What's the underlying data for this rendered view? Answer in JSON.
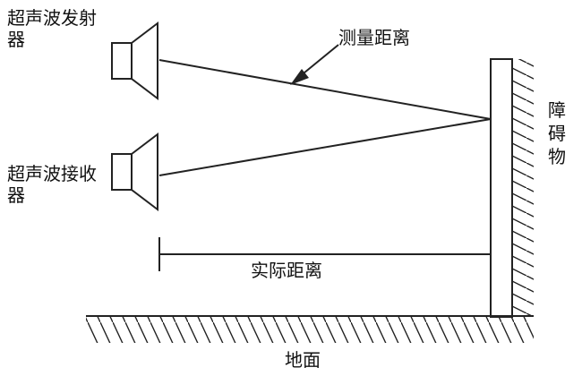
{
  "labels": {
    "emitter": "超声波发射器",
    "receiver": "超声波接收器",
    "measured_distance": "测量距离",
    "actual_distance": "实际距离",
    "obstacle": "障碍物",
    "ground": "地面"
  },
  "colors": {
    "line": "#222222",
    "text": "#111111",
    "background": "#ffffff"
  }
}
